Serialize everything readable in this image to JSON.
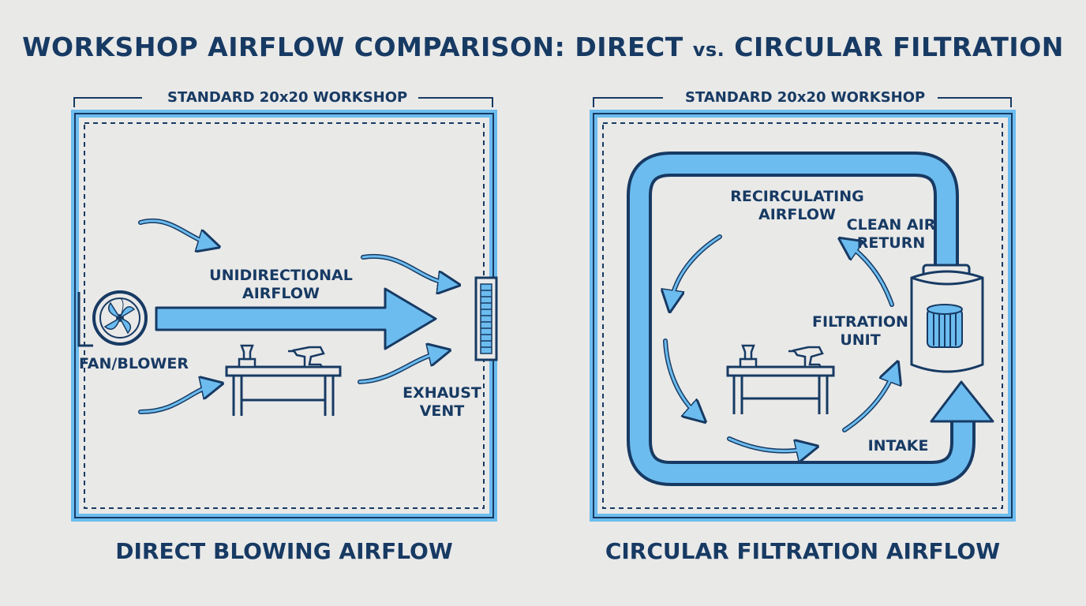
{
  "title": {
    "main": "WORKSHOP AIRFLOW COMPARISON: DIRECT ",
    "vs": "vs.",
    "tail": " CIRCULAR FILTRATION"
  },
  "left_panel": {
    "room_label": "STANDARD 20x20 WORKSHOP",
    "airflow_label": "UNIDIRECTIONAL\nAIRFLOW",
    "fan_label": "FAN/BLOWER",
    "vent_label": "EXHAUST\nVENT",
    "caption": "DIRECT BLOWING AIRFLOW"
  },
  "right_panel": {
    "room_label": "STANDARD 20x20 WORKSHOP",
    "recirc_label": "RECIRCULATING\nAIRFLOW",
    "clean_label": "CLEAN AIR\nRETURN",
    "filter_label": "FILTRATION\nUNIT",
    "intake_label": "INTAKE",
    "caption": "CIRCULAR FILTRATION AIRFLOW"
  },
  "colors": {
    "navy": "#173a63",
    "airflow_blue": "#6cbcef",
    "background": "#e9e9e8"
  },
  "icons": [
    "fan-icon",
    "workbench-icon",
    "drill-icon",
    "vise-icon",
    "exhaust-vent-icon",
    "filtration-unit-icon",
    "filter-cartridge-icon"
  ]
}
